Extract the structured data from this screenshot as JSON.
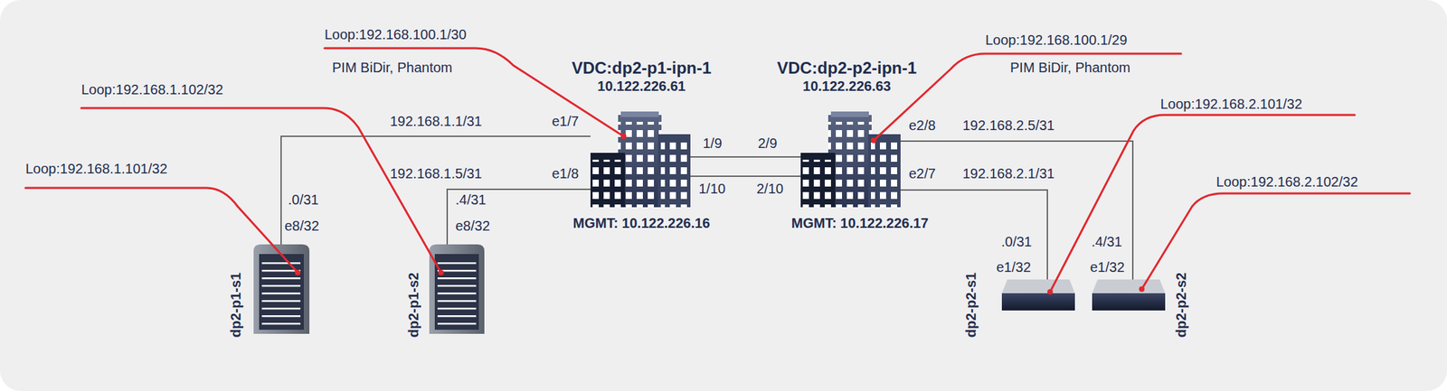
{
  "diagram": {
    "nodes": [
      {
        "text": [
          "dp2-p1-s1"
        ]
      },
      {
        "text": [
          "dp2-p1-s2"
        ]
      },
      {
        "text": [
          "VDC:dp2-p1-ipn-1",
          "10.122.226.61",
          "MGMT: 10.122.226.16"
        ]
      },
      {
        "text": [
          "VDC:dp2-p2-ipn-1",
          "10.122.226.63",
          "MGMT: 10.122.226.17"
        ]
      },
      {
        "text": [
          "dp2-p2-s1"
        ]
      },
      {
        "text": [
          "dp2-p2-s2"
        ]
      }
    ],
    "edges": [
      {
        "from": 0,
        "to": 2,
        "label": "192.168.1.1/31",
        "arrow": "none"
      },
      {
        "from": 1,
        "to": 2,
        "label": "192.168.1.5/31",
        "arrow": "none"
      },
      {
        "from": 2,
        "to": 3,
        "arrow": "none"
      },
      {
        "from": 2,
        "to": 3,
        "arrow": "none"
      },
      {
        "from": 3,
        "to": 4,
        "label": "192.168.2.1/31",
        "arrow": "none"
      },
      {
        "from": 3,
        "to": 5,
        "label": "192.168.2.5/31",
        "arrow": "none"
      }
    ],
    "labels": [
      "Loop:192.168.100.1/30",
      "PIM BiDir, Phantom",
      "Loop:192.168.1.102/32",
      "Loop:192.168.1.101/32",
      "Loop:192.168.100.1/29",
      "PIM BiDir, Phantom",
      "Loop:192.168.2.101/32",
      "Loop:192.168.2.102/32",
      "e1/7",
      "e1/8",
      ".0/31",
      "e8/32",
      ".4/31",
      "e8/32",
      "1/9",
      "2/9",
      "1/10",
      "2/10",
      "e2/8",
      "e2/7",
      ".0/31",
      "e1/32",
      ".4/31",
      "e1/32"
    ]
  }
}
